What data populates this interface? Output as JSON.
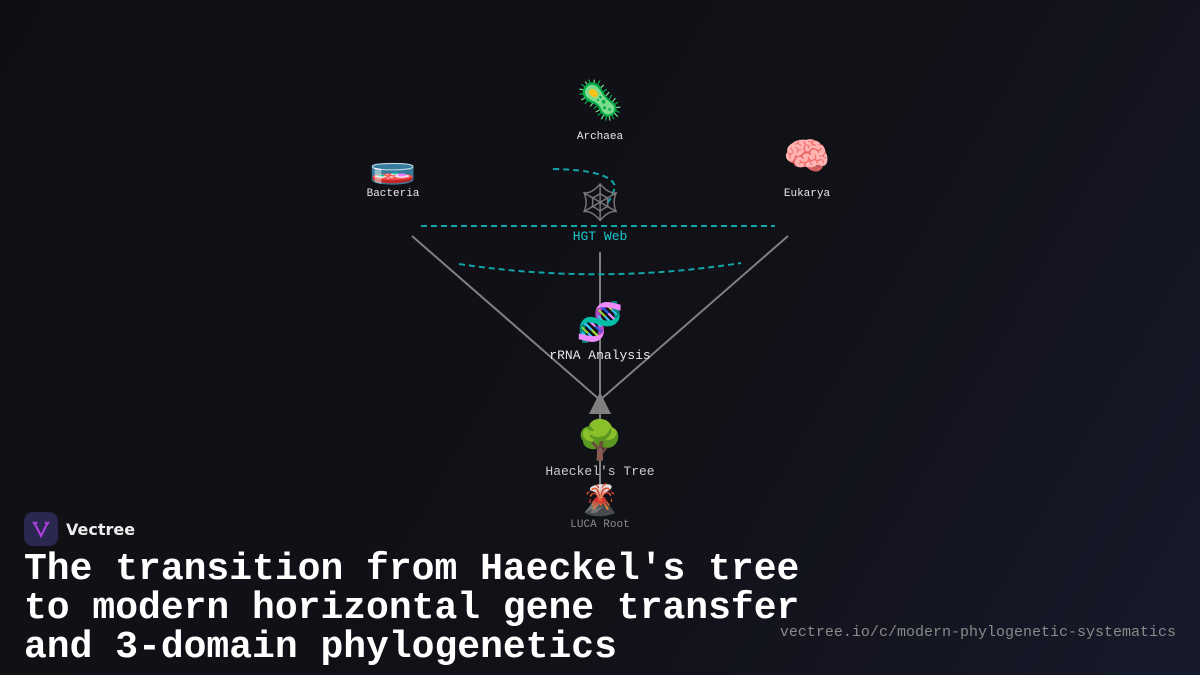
{
  "nodes": {
    "archaea": {
      "label": "Archaea",
      "icon": "microbe-icon",
      "glyph": "🦠"
    },
    "bacteria": {
      "label": "Bacteria",
      "icon": "petri-dish-icon",
      "glyph": "🧫"
    },
    "eukarya": {
      "label": "Eukarya",
      "icon": "brain-icon",
      "glyph": "🧠"
    },
    "hgt": {
      "label": "HGT Web",
      "icon": "spider-web-icon",
      "glyph": "🕸"
    },
    "rrna": {
      "label": "rRNA Analysis",
      "icon": "dna-icon",
      "glyph": "🧬"
    },
    "haeckel": {
      "label": "Haeckel's Tree",
      "icon": "tree-icon",
      "glyph": "🌳"
    },
    "luca": {
      "label": "LUCA Root",
      "icon": "volcano-icon",
      "glyph": "🌋"
    }
  },
  "colors": {
    "hgt": "#1ec8d0",
    "dash": "#12a5a8",
    "line": "#808080"
  },
  "brand": {
    "name": "Vectree"
  },
  "title": "The transition from Haeckel's tree to modern horizontal gene transfer and 3-domain phylogenetics",
  "url": "vectree.io/c/modern-phylogenetic-systematics"
}
